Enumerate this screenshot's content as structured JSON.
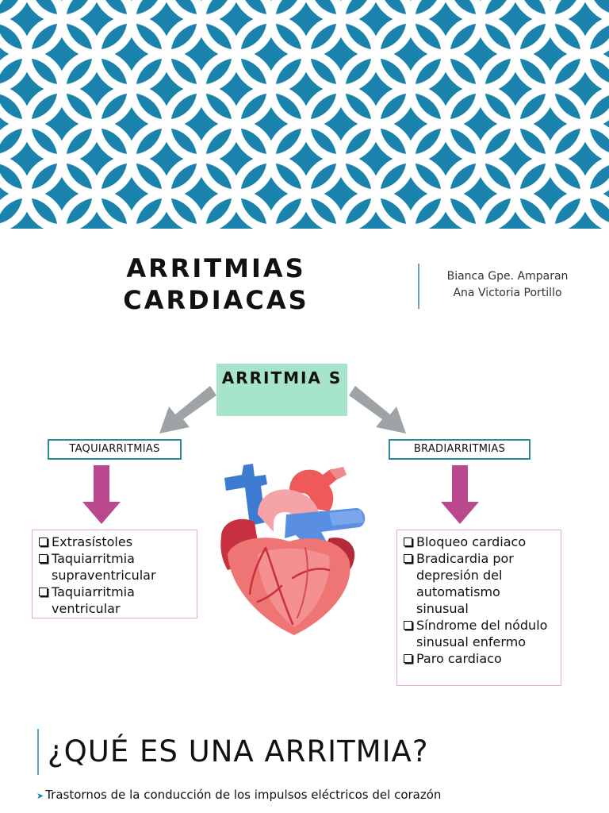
{
  "slide": {
    "title_line1": "ARRITMIAS",
    "title_line2": "CARDIACAS",
    "authors": [
      "Bianca Gpe. Amparan",
      "Ana Victoria Portillo"
    ]
  },
  "diagram": {
    "center_label": "ARRITMIA S",
    "left": {
      "label": "TAQUIARRITMIAS",
      "items": [
        "Extrasístoles",
        "Taquiarritmia supraventricular",
        "Taquiarritmia ventricular"
      ]
    },
    "right": {
      "label": "BRADIARRITMIAS",
      "items": [
        "Bloqueo cardiaco",
        "Bradicardia por depresión del automatismo sinusual",
        "Síndrome del nódulo sinusual enfermo",
        "Paro cardiaco"
      ]
    }
  },
  "section": {
    "heading": "¿QUÉ ES UNA ARRITMIA?",
    "definition": "Trastornos de la conducción de los impulsos eléctricos del corazón"
  },
  "colors": {
    "banner": "#1a83ad",
    "center_box": "#a6e5c9",
    "category_border": "#2a8a9a",
    "list_border": "#e8a7d4",
    "pink_arrow": "#b9488e",
    "gray_arrow": "#9ea3a6"
  }
}
